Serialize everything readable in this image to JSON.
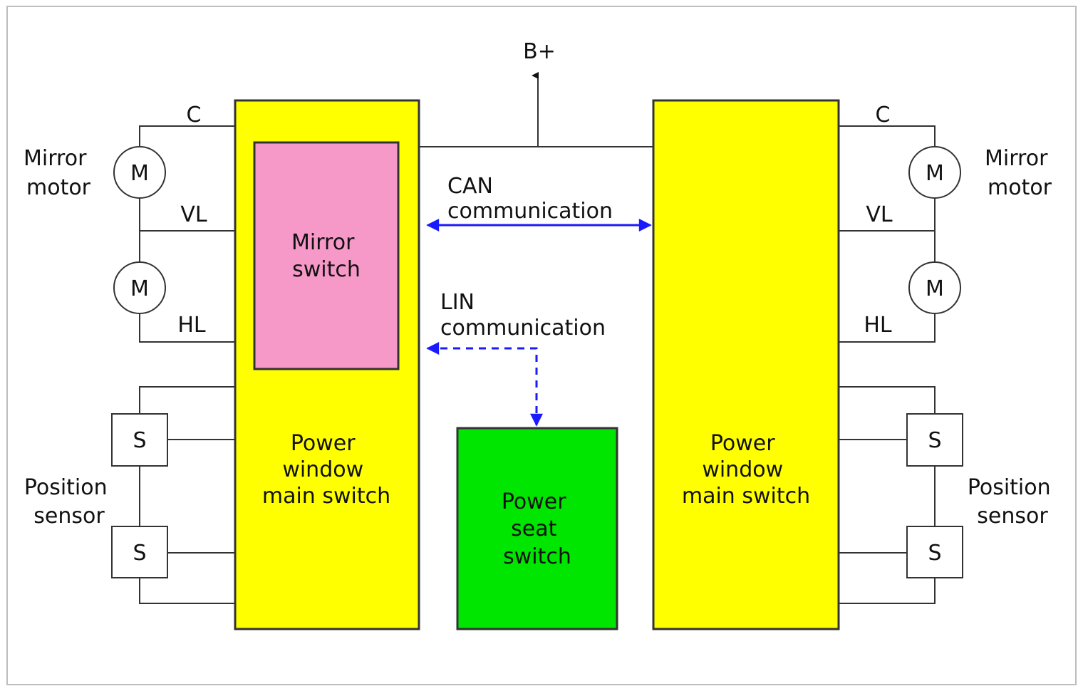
{
  "supply": {
    "label": "B+"
  },
  "blocks": {
    "left_main": [
      "Power",
      "window",
      "main switch"
    ],
    "right_main": [
      "Power",
      "window",
      "main switch"
    ],
    "mirror_switch": [
      "Mirror",
      "switch"
    ],
    "seat_switch": [
      "Power",
      "seat",
      "switch"
    ]
  },
  "links": {
    "can": [
      "CAN",
      "communication"
    ],
    "lin": [
      "LIN",
      "communication"
    ]
  },
  "left_side": {
    "motor_label": [
      "Mirror",
      "motor"
    ],
    "sensor_label": [
      "Position",
      "sensor"
    ],
    "wire_c": "C",
    "wire_vl": "VL",
    "wire_hl": "HL",
    "motor_symbol": "M",
    "sensor_symbol": "S"
  },
  "right_side": {
    "motor_label": [
      "Mirror",
      "motor"
    ],
    "sensor_label": [
      "Position",
      "sensor"
    ],
    "wire_c": "C",
    "wire_vl": "VL",
    "wire_hl": "HL",
    "motor_symbol": "M",
    "sensor_symbol": "S"
  },
  "colors": {
    "main_switch": "#ffff00",
    "mirror_switch": "#f799c8",
    "seat_switch": "#00e600",
    "link": "#1a1aff"
  }
}
